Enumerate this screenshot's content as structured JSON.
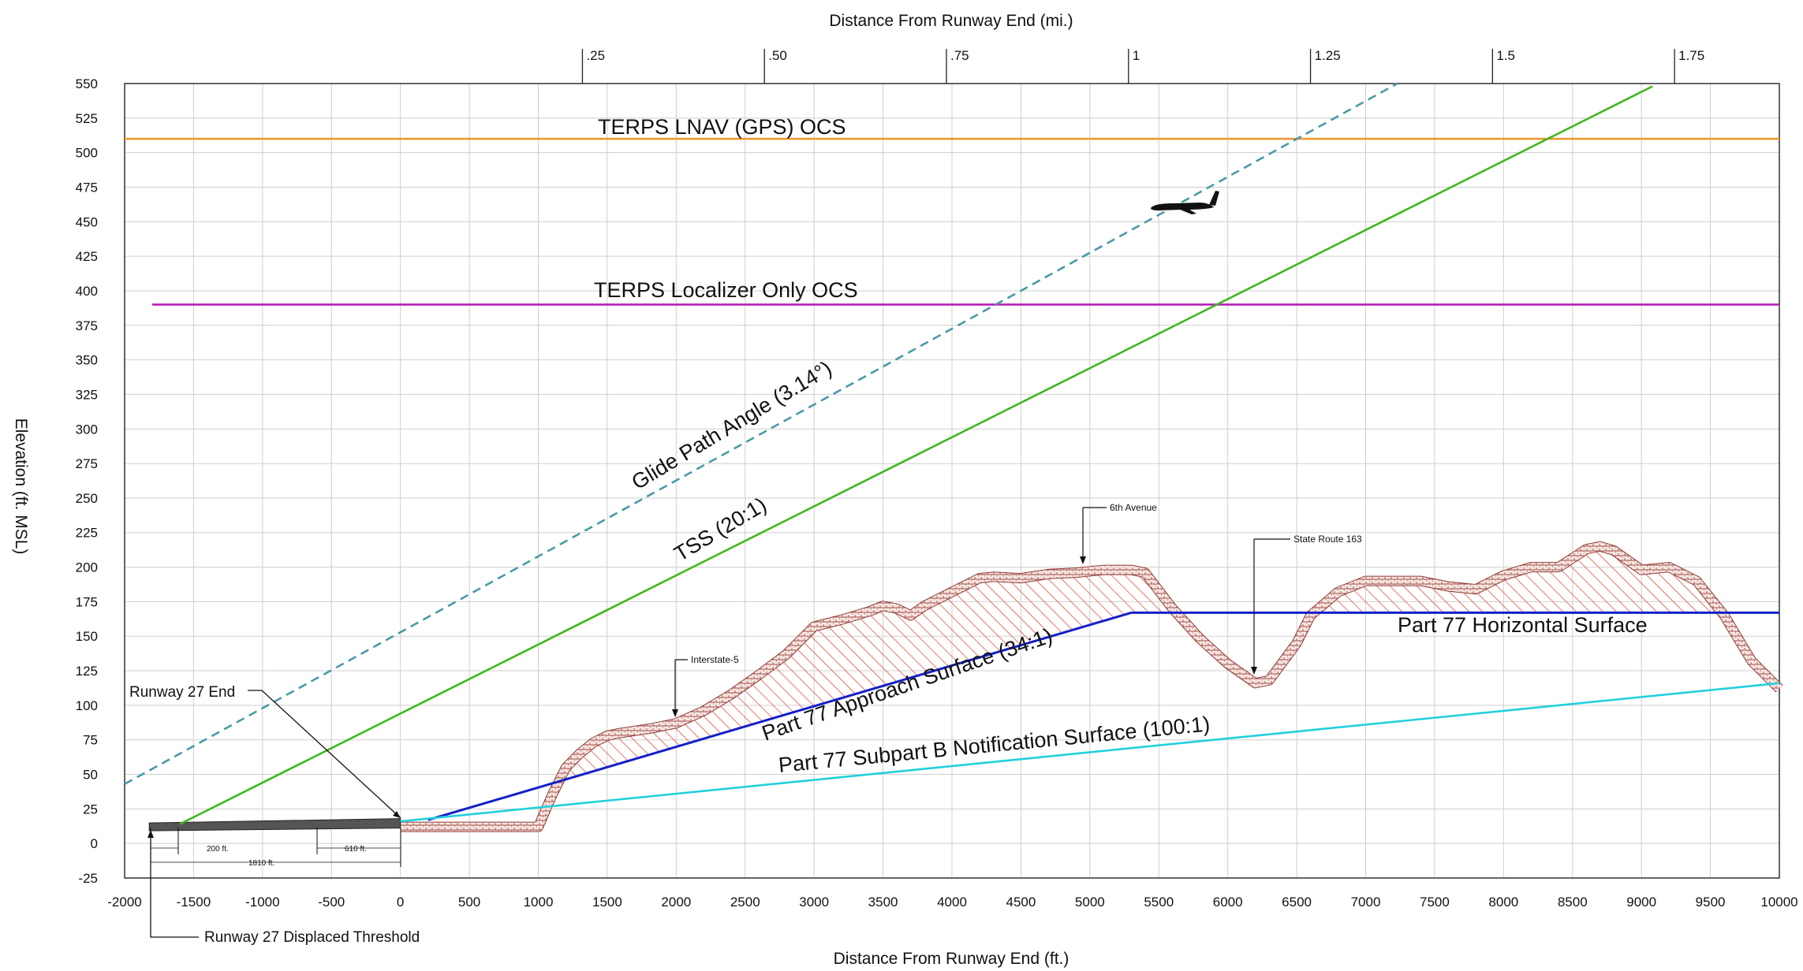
{
  "chart_data": {
    "type": "line",
    "xlabel": "Distance From Runway End (ft.)",
    "ylabel": "Elevation (ft. MSL)",
    "x2label": "Distance From Runway End (mi.)",
    "xlim": [
      -2000,
      10000
    ],
    "ylim": [
      -25,
      550
    ],
    "x_ticks": [
      -2000,
      -1500,
      -1000,
      -500,
      0,
      500,
      1000,
      1500,
      2000,
      2500,
      3000,
      3500,
      4000,
      4500,
      5000,
      5500,
      6000,
      6500,
      7000,
      7500,
      8000,
      8500,
      9000,
      9500,
      10000
    ],
    "y_ticks": [
      -25,
      0,
      25,
      50,
      75,
      100,
      125,
      150,
      175,
      200,
      225,
      250,
      275,
      300,
      325,
      350,
      375,
      400,
      425,
      450,
      475,
      500,
      525,
      550
    ],
    "mile_ticks": [
      {
        "label": ".25",
        "ft": 1320
      },
      {
        "label": ".50",
        "ft": 2640
      },
      {
        "label": ".75",
        "ft": 3960
      },
      {
        "label": "1",
        "ft": 5280
      },
      {
        "label": "1.25",
        "ft": 6600
      },
      {
        "label": "1.5",
        "ft": 7920
      },
      {
        "label": "1.75",
        "ft": 9240
      }
    ],
    "grid": true,
    "series": [
      {
        "key": "lnav",
        "name": "TERPS LNAV (GPS) OCS",
        "color": "#f0952a",
        "dashed": false,
        "x": [
          -2000,
          10000
        ],
        "y": [
          510,
          510
        ]
      },
      {
        "key": "loc",
        "name": "TERPS Localizer Only OCS",
        "color": "#b81fb6",
        "dashed": false,
        "x": [
          -1800,
          10000
        ],
        "y": [
          390,
          390
        ]
      },
      {
        "key": "glide",
        "name": "Glide Path Angle (3.14°)",
        "color": "#4a9aa6",
        "dashed": true,
        "x": [
          -2000,
          7230
        ],
        "y": [
          43,
          550
        ]
      },
      {
        "key": "tss",
        "name": "TSS (20:1)",
        "color": "#3fb81f",
        "dashed": false,
        "x": [
          -1600,
          9080
        ],
        "y": [
          14,
          548
        ]
      },
      {
        "key": "p77a",
        "name": "Part 77 Approach Surface (34:1)",
        "color": "#1420c8",
        "dashed": false,
        "x": [
          200,
          5300
        ],
        "y": [
          17,
          167
        ]
      },
      {
        "key": "p77h",
        "name": "Part 77 Horizontal Surface",
        "color": "#1420c8",
        "dashed": false,
        "x": [
          5300,
          10000
        ],
        "y": [
          167,
          167
        ]
      },
      {
        "key": "notif",
        "name": "Part 77 Subpart B Notification Surface (100:1)",
        "color": "#22d0dc",
        "dashed": false,
        "x": [
          0,
          10000
        ],
        "y": [
          16,
          116
        ]
      }
    ],
    "terrain": {
      "color": "#c0392b",
      "x": [
        0,
        100,
        500,
        1000,
        1100,
        1200,
        1300,
        1400,
        1500,
        1600,
        1800,
        2000,
        2200,
        2400,
        2600,
        2800,
        3000,
        3200,
        3400,
        3500,
        3600,
        3700,
        3800,
        4000,
        4200,
        4300,
        4500,
        4700,
        4900,
        5100,
        5300,
        5400,
        5600,
        5800,
        6000,
        6200,
        6300,
        6500,
        6600,
        6800,
        7000,
        7200,
        7400,
        7600,
        7800,
        8000,
        8200,
        8400,
        8600,
        8700,
        8800,
        9000,
        9200,
        9400,
        9600,
        9800,
        10000
      ],
      "y": [
        12,
        12,
        12,
        12,
        35,
        55,
        65,
        73,
        78,
        80,
        83,
        87,
        96,
        108,
        122,
        137,
        157,
        162,
        168,
        172,
        170,
        165,
        172,
        182,
        192,
        193,
        192,
        195,
        196,
        198,
        198,
        196,
        170,
        148,
        130,
        116,
        118,
        145,
        165,
        182,
        190,
        190,
        190,
        186,
        184,
        194,
        200,
        200,
        213,
        215,
        212,
        198,
        200,
        190,
        165,
        132,
        112
      ]
    },
    "runway": {
      "x_from": -1810,
      "x_to": 0,
      "y_from": 12,
      "y_to": 14,
      "color": "#555555"
    },
    "annotations": {
      "runway_end": "Runway 27 End",
      "displaced_threshold": "Runway 27 Displaced Threshold",
      "interstate": "Interstate-5",
      "sixth_avenue": "6th Avenue",
      "state_route": "State Route 163",
      "dim_200": "200 ft.",
      "dim_610": "610 ft.",
      "dim_1810": "1810 ft."
    }
  }
}
